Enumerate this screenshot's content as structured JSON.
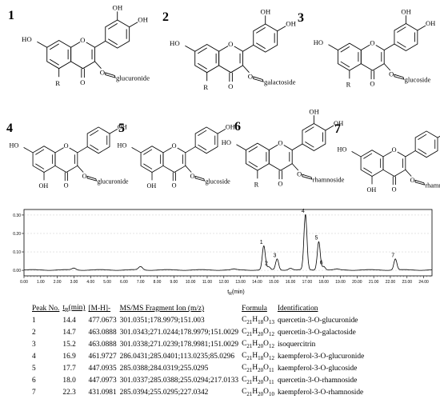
{
  "compounds": [
    {
      "number": "1",
      "r_label": "R",
      "substituent": "glucuronide"
    },
    {
      "number": "2",
      "r_label": "R",
      "substituent": "galactoside"
    },
    {
      "number": "3",
      "r_label": "R",
      "substituent": "glucoside"
    },
    {
      "number": "4",
      "r_label": "",
      "substituent": "glucuronide"
    },
    {
      "number": "5",
      "r_label": "",
      "substituent": "glucoside"
    },
    {
      "number": "6",
      "r_label": "R",
      "substituent": "rhamnoside"
    },
    {
      "number": "7",
      "r_label": "",
      "substituent": "rhamnoside"
    }
  ],
  "atom_labels": {
    "oh": "OH",
    "ho": "HO",
    "o": "O",
    "r": "R"
  },
  "chart_data": {
    "type": "line",
    "xlabel": "tR(min)",
    "x_ticks": [
      "0.00",
      "1.00",
      "2.00",
      "3.00",
      "4.00",
      "5.00",
      "6.00",
      "7.00",
      "8.00",
      "9.00",
      "10.00",
      "11.00",
      "12.00",
      "13.00",
      "14.00",
      "15.00",
      "16.00",
      "17.00",
      "18.00",
      "19.00",
      "20.00",
      "21.00",
      "22.00",
      "23.00",
      "24.00"
    ],
    "xlim": [
      0,
      24.5
    ],
    "y_ticks": [
      "0.30",
      "0.20",
      "0.10",
      "0.00"
    ],
    "ylim": [
      -0.03,
      0.33
    ],
    "peaks": [
      {
        "label": "1",
        "x": 14.4,
        "y": 0.13
      },
      {
        "label": "2",
        "x": 14.7,
        "y": 0.015
      },
      {
        "label": "3",
        "x": 15.2,
        "y": 0.06
      },
      {
        "label": "4",
        "x": 16.9,
        "y": 0.3
      },
      {
        "label": "5",
        "x": 17.7,
        "y": 0.155
      },
      {
        "label": "6",
        "x": 18.0,
        "y": 0.02
      },
      {
        "label": "7",
        "x": 22.3,
        "y": 0.06
      }
    ],
    "minor_peaks": [
      {
        "x": 3.0,
        "y": 0.01
      },
      {
        "x": 7.0,
        "y": 0.018
      },
      {
        "x": 12.6,
        "y": 0.004
      },
      {
        "x": 16.0,
        "y": 0.01
      },
      {
        "x": 18.8,
        "y": 0.004
      }
    ]
  },
  "table": {
    "headers": {
      "peak_no": "Peak No.",
      "tr": "tR(min)",
      "mh": "[M-H]-",
      "msms": "MS/MS Fragment Ion (m/z)",
      "formula": "Formula",
      "identification": "Identification"
    },
    "rows": [
      {
        "peak": "1",
        "tr": "14.4",
        "mh": "477.0673",
        "msms": "301.0351;178.9979;151.003",
        "formula": "C21H18O13",
        "identification": "quercetin-3-O-glucuronide"
      },
      {
        "peak": "2",
        "tr": "14.7",
        "mh": "463.0888",
        "msms": "301.0343;271.0244;178.9979;151.0029",
        "formula": "C21H20O12",
        "identification": "quercetin-3-O-galactoside"
      },
      {
        "peak": "3",
        "tr": "15.2",
        "mh": "463.0888",
        "msms": "301.0338;271.0239;178.9981;151.0029",
        "formula": "C21H20O12",
        "identification": "isoquercitrin"
      },
      {
        "peak": "4",
        "tr": "16.9",
        "mh": "461.9727",
        "msms": "286.0431;285.0401;113.0235;85.0296",
        "formula": "C21H18O12",
        "identification": "kaempferol-3-O-glucuronide"
      },
      {
        "peak": "5",
        "tr": "17.7",
        "mh": "447.0935",
        "msms": "285.0388;284.0319;255.0295",
        "formula": "C21H20O11",
        "identification": "kaempferol-3-O-glucoside"
      },
      {
        "peak": "6",
        "tr": "18.0",
        "mh": "447.0973",
        "msms": "301.0337;285.0388;255.0294;217.0133",
        "formula": "C21H20O11",
        "identification": "quercetin-3-O-rhamnoside"
      },
      {
        "peak": "7",
        "tr": "22.3",
        "mh": "431.0981",
        "msms": "285.0394;255.0295;227.0342",
        "formula": "C21H20O10",
        "identification": "kaempferol-3-O-rhamnoside"
      }
    ]
  }
}
